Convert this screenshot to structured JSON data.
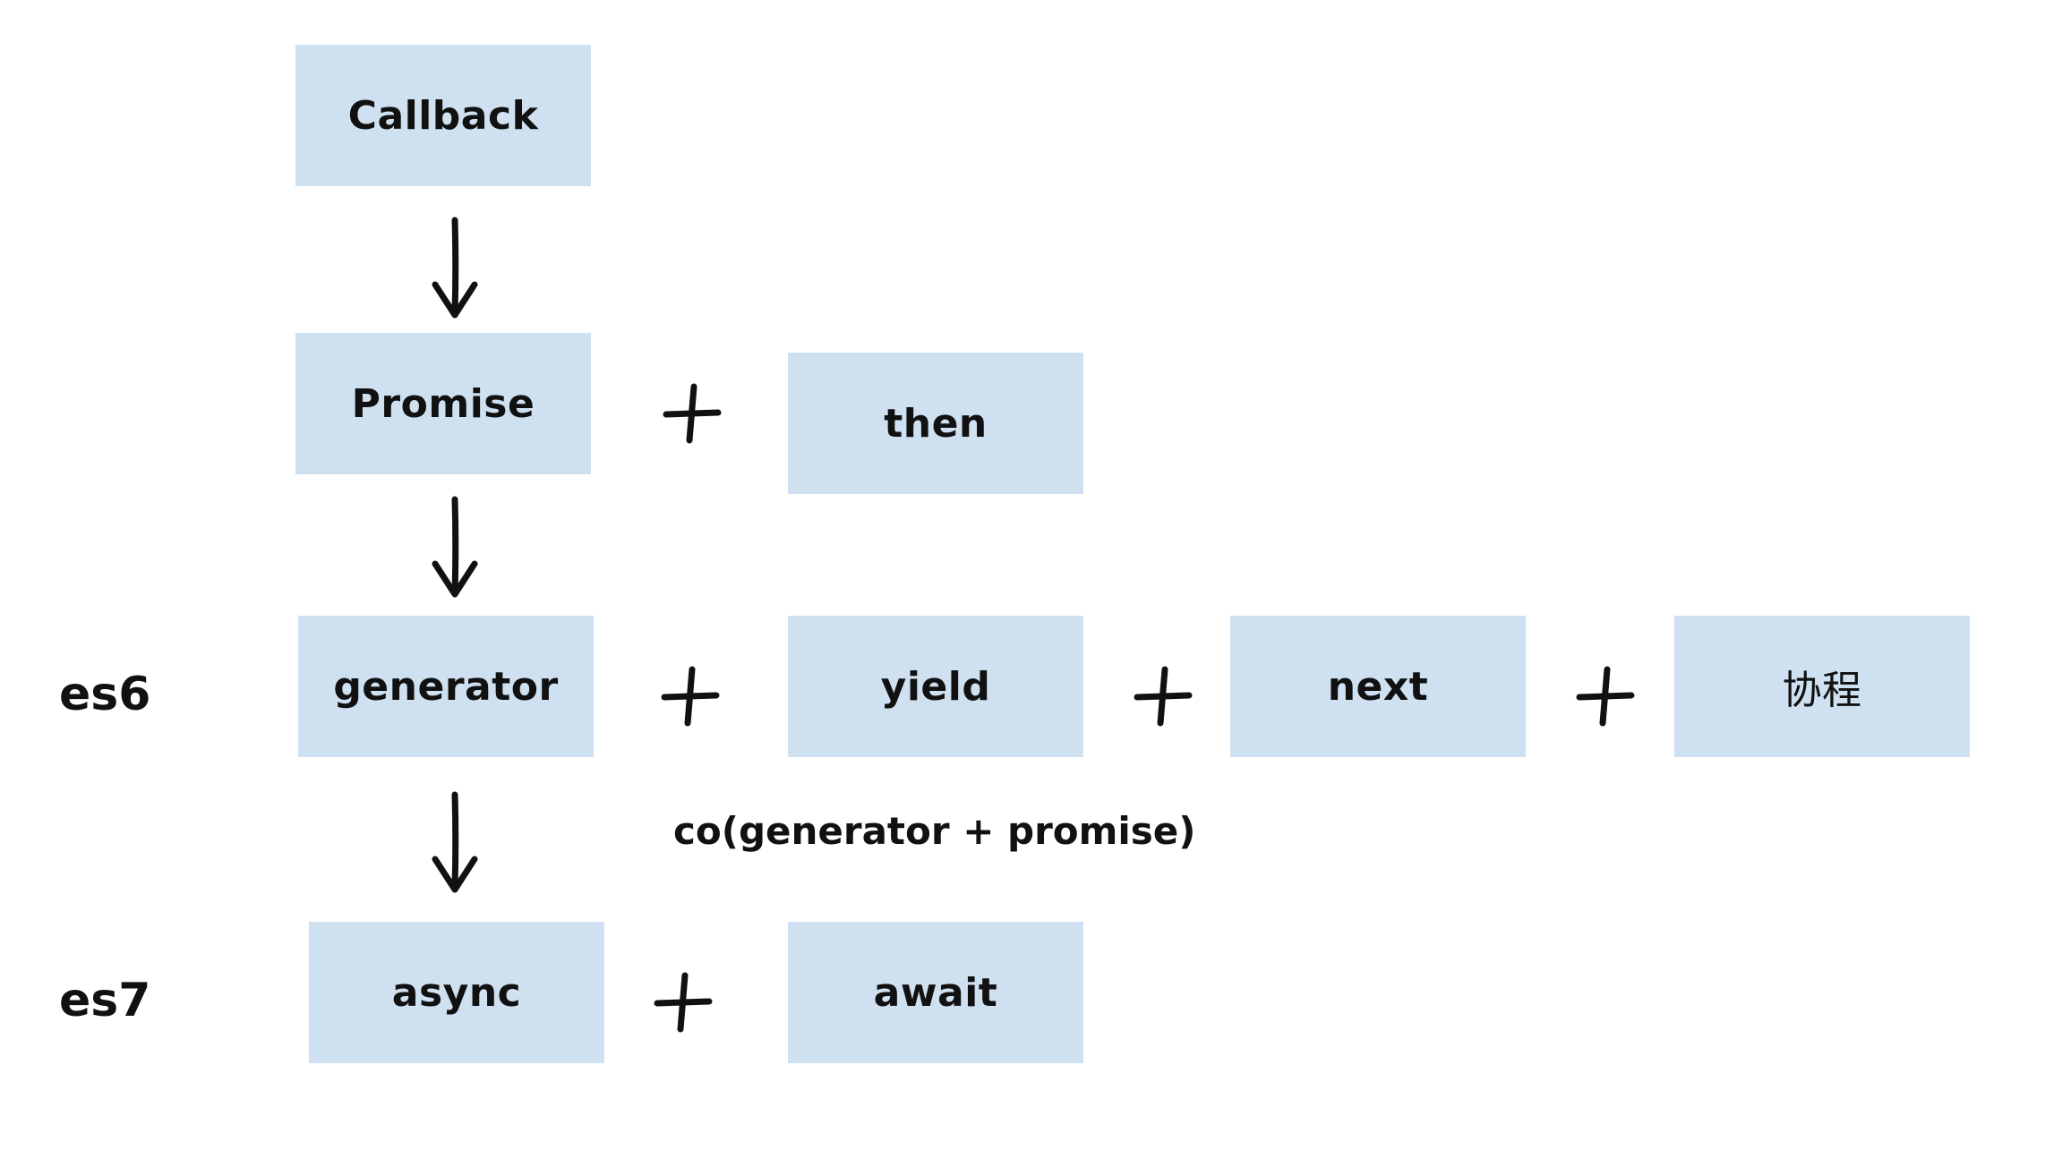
{
  "levels": {
    "es6": "es6",
    "es7": "es7"
  },
  "boxes": {
    "callback": "Callback",
    "promise": "Promise",
    "then": "then",
    "generator": "generator",
    "yield": "yield",
    "next": "next",
    "coroutine": "协程",
    "async": "async",
    "await": "await"
  },
  "annotations": {
    "co": "co(generator + promise)"
  },
  "colors": {
    "box_fill": "#cfe1f1",
    "ink": "#111111",
    "background": "#ffffff"
  },
  "icons": {
    "arrow": "down-arrow-icon",
    "plus": "plus-icon"
  }
}
